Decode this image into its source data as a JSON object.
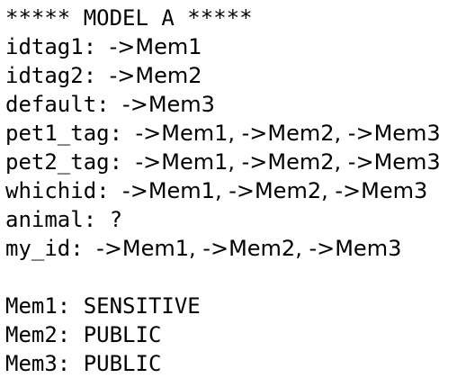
{
  "title": "***** MODEL A *****",
  "bindings": [
    {
      "key": "idtag1: ",
      "value": "->Mem1"
    },
    {
      "key": "idtag2: ",
      "value": "->Mem2"
    },
    {
      "key": "default: ",
      "value": "->Mem3"
    },
    {
      "key": "pet1_tag: ",
      "value": "->Mem1, ->Mem2, ->Mem3"
    },
    {
      "key": "pet2_tag: ",
      "value": "->Mem1, ->Mem2, ->Mem3"
    },
    {
      "key": "whichid: ",
      "value": "->Mem1, ->Mem2, ->Mem3"
    },
    {
      "key": "animal: ",
      "value": "?"
    },
    {
      "key": "my_id: ",
      "value": "->Mem1, ->Mem2, ->Mem3"
    }
  ],
  "memory": [
    {
      "key": "Mem1: ",
      "value": "SENSITIVE"
    },
    {
      "key": "Mem2: ",
      "value": "PUBLIC"
    },
    {
      "key": "Mem3: ",
      "value": "PUBLIC"
    }
  ]
}
